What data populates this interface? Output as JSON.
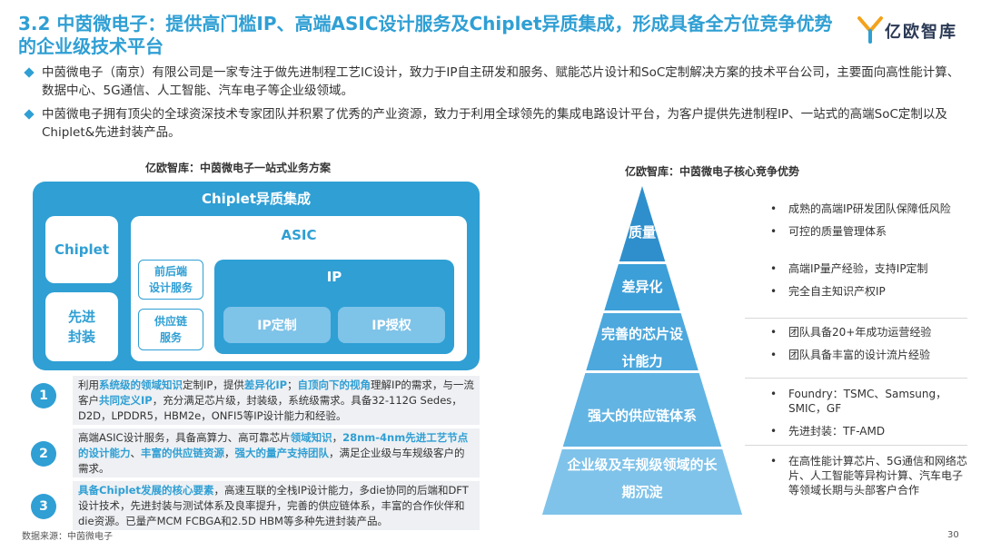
{
  "title": "3.2 中茵微电子：提供高门槛IP、高端ASIC设计服务及Chiplet异质集成，形成具备全方位竞争优势的企业级技术平台",
  "logo": {
    "text": "亿欧智库"
  },
  "bullets": [
    "中茵微电子（南京）有限公司是一家专注于做先进制程工艺IC设计，致力于IP自主研发和服务、赋能芯片设计和SoC定制解决方案的技术平台公司，主要面向高性能计算、数据中心、5G通信、人工智能、汽车电子等企业级领域。",
    "中茵微电子拥有顶尖的全球资深技术专家团队并积累了优秀的产业资源，致力于利用全球领先的集成电路设计平台，为客户提供先进制程IP、一站式的高端SoC定制以及Chiplet&先进封装产品。"
  ],
  "left_caption": "亿欧智库：中茵微电子一站式业务方案",
  "right_caption": "亿欧智库：中茵微电子核心竞争优势",
  "diagram": {
    "outer": "Chiplet异质集成",
    "chiplet": "Chiplet",
    "packaging": [
      "先进",
      "封装"
    ],
    "asic": "ASIC",
    "backend": [
      "前后端",
      "设计服务"
    ],
    "supply": [
      "供应链",
      "服务"
    ],
    "ip": "IP",
    "ip_custom": "IP定制",
    "ip_license": "IP授权"
  },
  "points": [
    {
      "num": "1",
      "parts": [
        {
          "t": "利用",
          "h": false
        },
        {
          "t": "系统级的领域知识",
          "h": true
        },
        {
          "t": "定制IP，提供",
          "h": false
        },
        {
          "t": "差异化IP",
          "h": true
        },
        {
          "t": "；",
          "h": false
        },
        {
          "t": "自顶向下的视角",
          "h": true
        },
        {
          "t": "理解IP的需求，与一流客户",
          "h": false
        },
        {
          "t": "共同定义IP",
          "h": true
        },
        {
          "t": "，充分满足芯片级，封装级，系统级需求。具备32-112G Sedes，D2D，LPDDR5，HBM2e，ONFI5等IP设计能力和经验。",
          "h": false
        }
      ]
    },
    {
      "num": "2",
      "parts": [
        {
          "t": "高端ASIC设计服务，具备高算力、高可靠芯片",
          "h": false
        },
        {
          "t": "领域知识",
          "h": true
        },
        {
          "t": "，",
          "h": false
        },
        {
          "t": "28nm-4nm先进工艺节点的设计能力",
          "h": true
        },
        {
          "t": "、",
          "h": false
        },
        {
          "t": "丰富的供应链资源",
          "h": true
        },
        {
          "t": "，",
          "h": false
        },
        {
          "t": "强大的量产支持团队",
          "h": true
        },
        {
          "t": "，满足企业级与车规级客户的需求。",
          "h": false
        }
      ]
    },
    {
      "num": "3",
      "parts": [
        {
          "t": "具备Chiplet发展的核心要素",
          "h": true
        },
        {
          "t": "，高速互联的全栈IP设计能力，多die协同的后端和DFT设计技术，先进封装与测试体系及良率提升，完善的供应链体系，丰富的合作伙伴和die资源。已量产MCM FCBGA和2.5D HBM等多种先进封装产品。",
          "h": false
        }
      ]
    }
  ],
  "pyramid": [
    "质量",
    "差异化",
    "完善的芯片设计能力",
    "强大的供应链体系",
    "企业级及车规级领域的长期沉淀"
  ],
  "pyramid_lines": [
    [
      "质量"
    ],
    [
      "差异化"
    ],
    [
      "完善的芯片设",
      "计能力"
    ],
    [
      "强大的供应链体系"
    ],
    [
      "企业级及车规级领域的长",
      "期沉淀"
    ]
  ],
  "advantages": [
    [
      "成熟的高端IP研发团队保障低风险",
      "可控的质量管理体系"
    ],
    [
      "高端IP量产经验，支持IP定制",
      "完全自主知识产权IP"
    ],
    [
      "团队具备20+年成功运营经验",
      "团队具备丰富的设计流片经验"
    ],
    [
      "Foundry：TSMC、Samsung，SMIC，GF",
      "先进封装：TF-AMD"
    ],
    [
      "在高性能计算芯片、5G通信和网络芯片、人工智能等异构计算、汽车电子等领域长期与头部客户合作"
    ]
  ],
  "source": "数据来源：中茵微电子",
  "page": "30",
  "colors": {
    "accent": "#2f9fd4",
    "light": "#7ec3e8",
    "pyramid": [
      "#2f8fcc",
      "#3c9fd8",
      "#4ca8dd",
      "#62b4e3",
      "#7fc3ea"
    ]
  }
}
